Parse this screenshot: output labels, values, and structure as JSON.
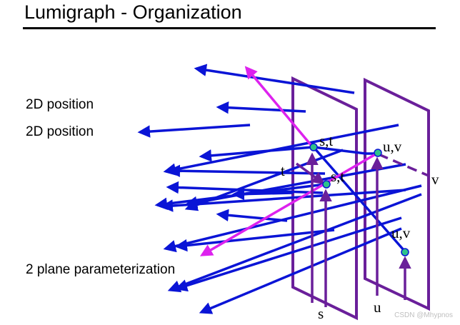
{
  "title": "Lumigraph - Organization",
  "labels": {
    "position_1": "2D position",
    "position_2": "2D position",
    "parameterization": "2 plane parameterization"
  },
  "plane_labels": {
    "st_front": "s,t",
    "st_mid": "s,t",
    "t_axis": "t",
    "s_axis": "s",
    "uv_top": "u,v",
    "uv_bottom": "u,v",
    "v_axis": "v",
    "u_axis": "u"
  },
  "watermark": "CSDN @Mhypnos",
  "colors": {
    "plane": "#6a1f9a",
    "ray": "#0a14d6",
    "highlight_ray": "#dd22ee",
    "intersection_point": "#2ec28a"
  }
}
